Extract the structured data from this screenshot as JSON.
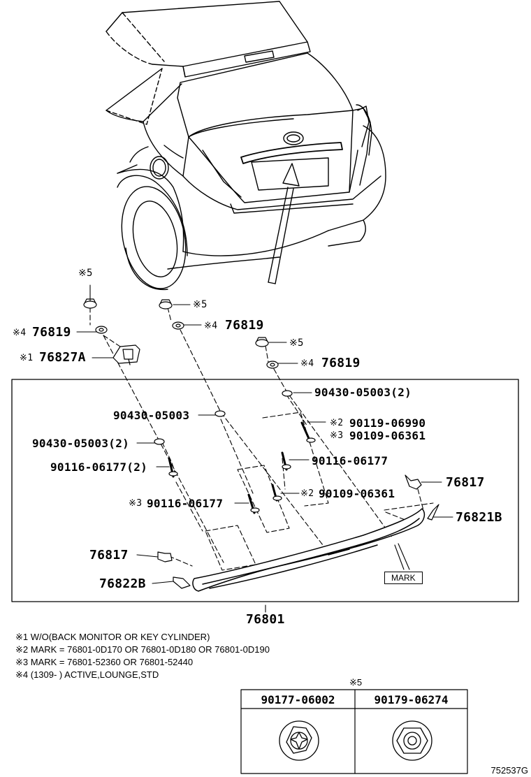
{
  "labels": {
    "l_sym5_top": "※5",
    "l_76819_a_mark": "※4",
    "l_76819_a": "76819",
    "l_76827a_mark": "※1",
    "l_76827a": "76827A",
    "l_sym5_mid": "※5",
    "l_76819_b_mark": "※4",
    "l_76819_b": "76819",
    "l_sym5_right": "※5",
    "l_76819_c_mark": "※4",
    "l_76819_c": "76819",
    "l_90430_2_right": "90430-05003(2)",
    "l_90430_center": "90430-05003",
    "l_90119": "90119-06990",
    "l_90119_mark": "※2",
    "l_90109_a": "90109-06361",
    "l_90109_a_mark": "※3",
    "l_90430_2_left": "90430-05003(2)",
    "l_90116_right": "90116-06177",
    "l_90116_2_left": "90116-06177(2)",
    "l_76817_right": "76817",
    "l_90116_mark": "※3",
    "l_90116_center": "90116-06177",
    "l_90109_b_mark": "※2",
    "l_90109_b": "90109-06361",
    "l_76821b": "76821B",
    "l_76817_left": "76817",
    "l_76822b": "76822B",
    "l_mark": "MARK",
    "l_76801": "76801"
  },
  "notes": [
    "※1 W/O(BACK MONITOR OR KEY CYLINDER)",
    "※2 MARK = 76801-0D170 OR 76801-0D180 OR 76801-0D190",
    "※3 MARK = 76801-52360 OR 76801-52440",
    "※4 (1309-        ) ACTIVE,LOUNGE,STD"
  ],
  "table": {
    "caption": "※5",
    "columns": [
      "90177-06002",
      "90179-06274"
    ],
    "icons": [
      "torx-nut-icon",
      "hex-nut-icon"
    ]
  },
  "figure_number": "752537G"
}
